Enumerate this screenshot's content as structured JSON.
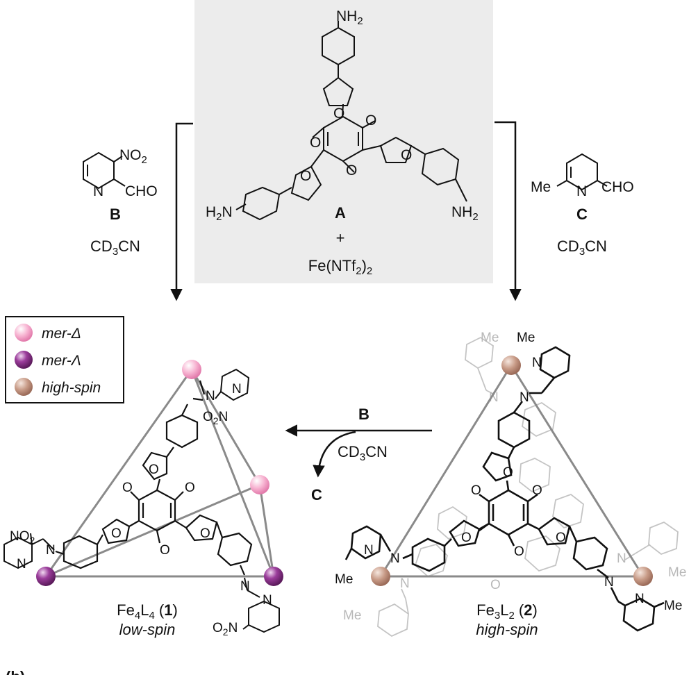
{
  "reagent_a": {
    "amine_top": "NH",
    "amine_sub": "2",
    "amine_left": "H",
    "amine_left_sub": "2",
    "amine_left_tail": "N",
    "amine_right": "NH",
    "amine_right_sub": "2",
    "furan_o": "O",
    "letter": "A",
    "plus": "+",
    "salt_main": "Fe(NTf",
    "salt_sub": "2",
    "salt_close": ")",
    "salt_sub2": "2"
  },
  "reagent_b": {
    "substituent": "NO",
    "substituent_sub": "2",
    "n": "N",
    "cho": "CHO",
    "letter": "B",
    "solvent_a": "CD",
    "solvent_sub": "3",
    "solvent_b": "CN"
  },
  "reagent_c": {
    "me": "Me",
    "n": "N",
    "cho": "CHO",
    "letter": "C",
    "solvent_a": "CD",
    "solvent_sub": "3",
    "solvent_b": "CN"
  },
  "legend": {
    "items": [
      {
        "label": "mer-Δ",
        "color": "#f5a3c8"
      },
      {
        "label": "mer-Λ",
        "color": "#7a2a7a"
      },
      {
        "label": "high-spin",
        "color": "#b88a78"
      }
    ]
  },
  "exchange": {
    "top_label": "B",
    "solvent_a": "CD",
    "solvent_sub": "3",
    "solvent_b": "CN",
    "bottom_label": "C"
  },
  "product_1": {
    "formula_a": "Fe",
    "sub_a": "4",
    "formula_b": "L",
    "sub_b": "4",
    "number_open": " (",
    "number": "1",
    "number_close": ")",
    "state": "low-spin",
    "no2_a": "NO",
    "no2_a_sub": "2",
    "no2_b": "O",
    "no2_b_sub": "2",
    "no2_b_tail": "N",
    "no2_c": "O",
    "no2_c_sub": "2",
    "no2_c_tail": "N",
    "n": "N"
  },
  "product_2": {
    "formula_a": "Fe",
    "sub_a": "3",
    "formula_b": "L",
    "sub_b": "2",
    "number_open": " (",
    "number": "2",
    "number_close": ")",
    "state": "high-spin",
    "me": "Me",
    "n": "N",
    "o": "O"
  },
  "panel_tag": "(b)"
}
